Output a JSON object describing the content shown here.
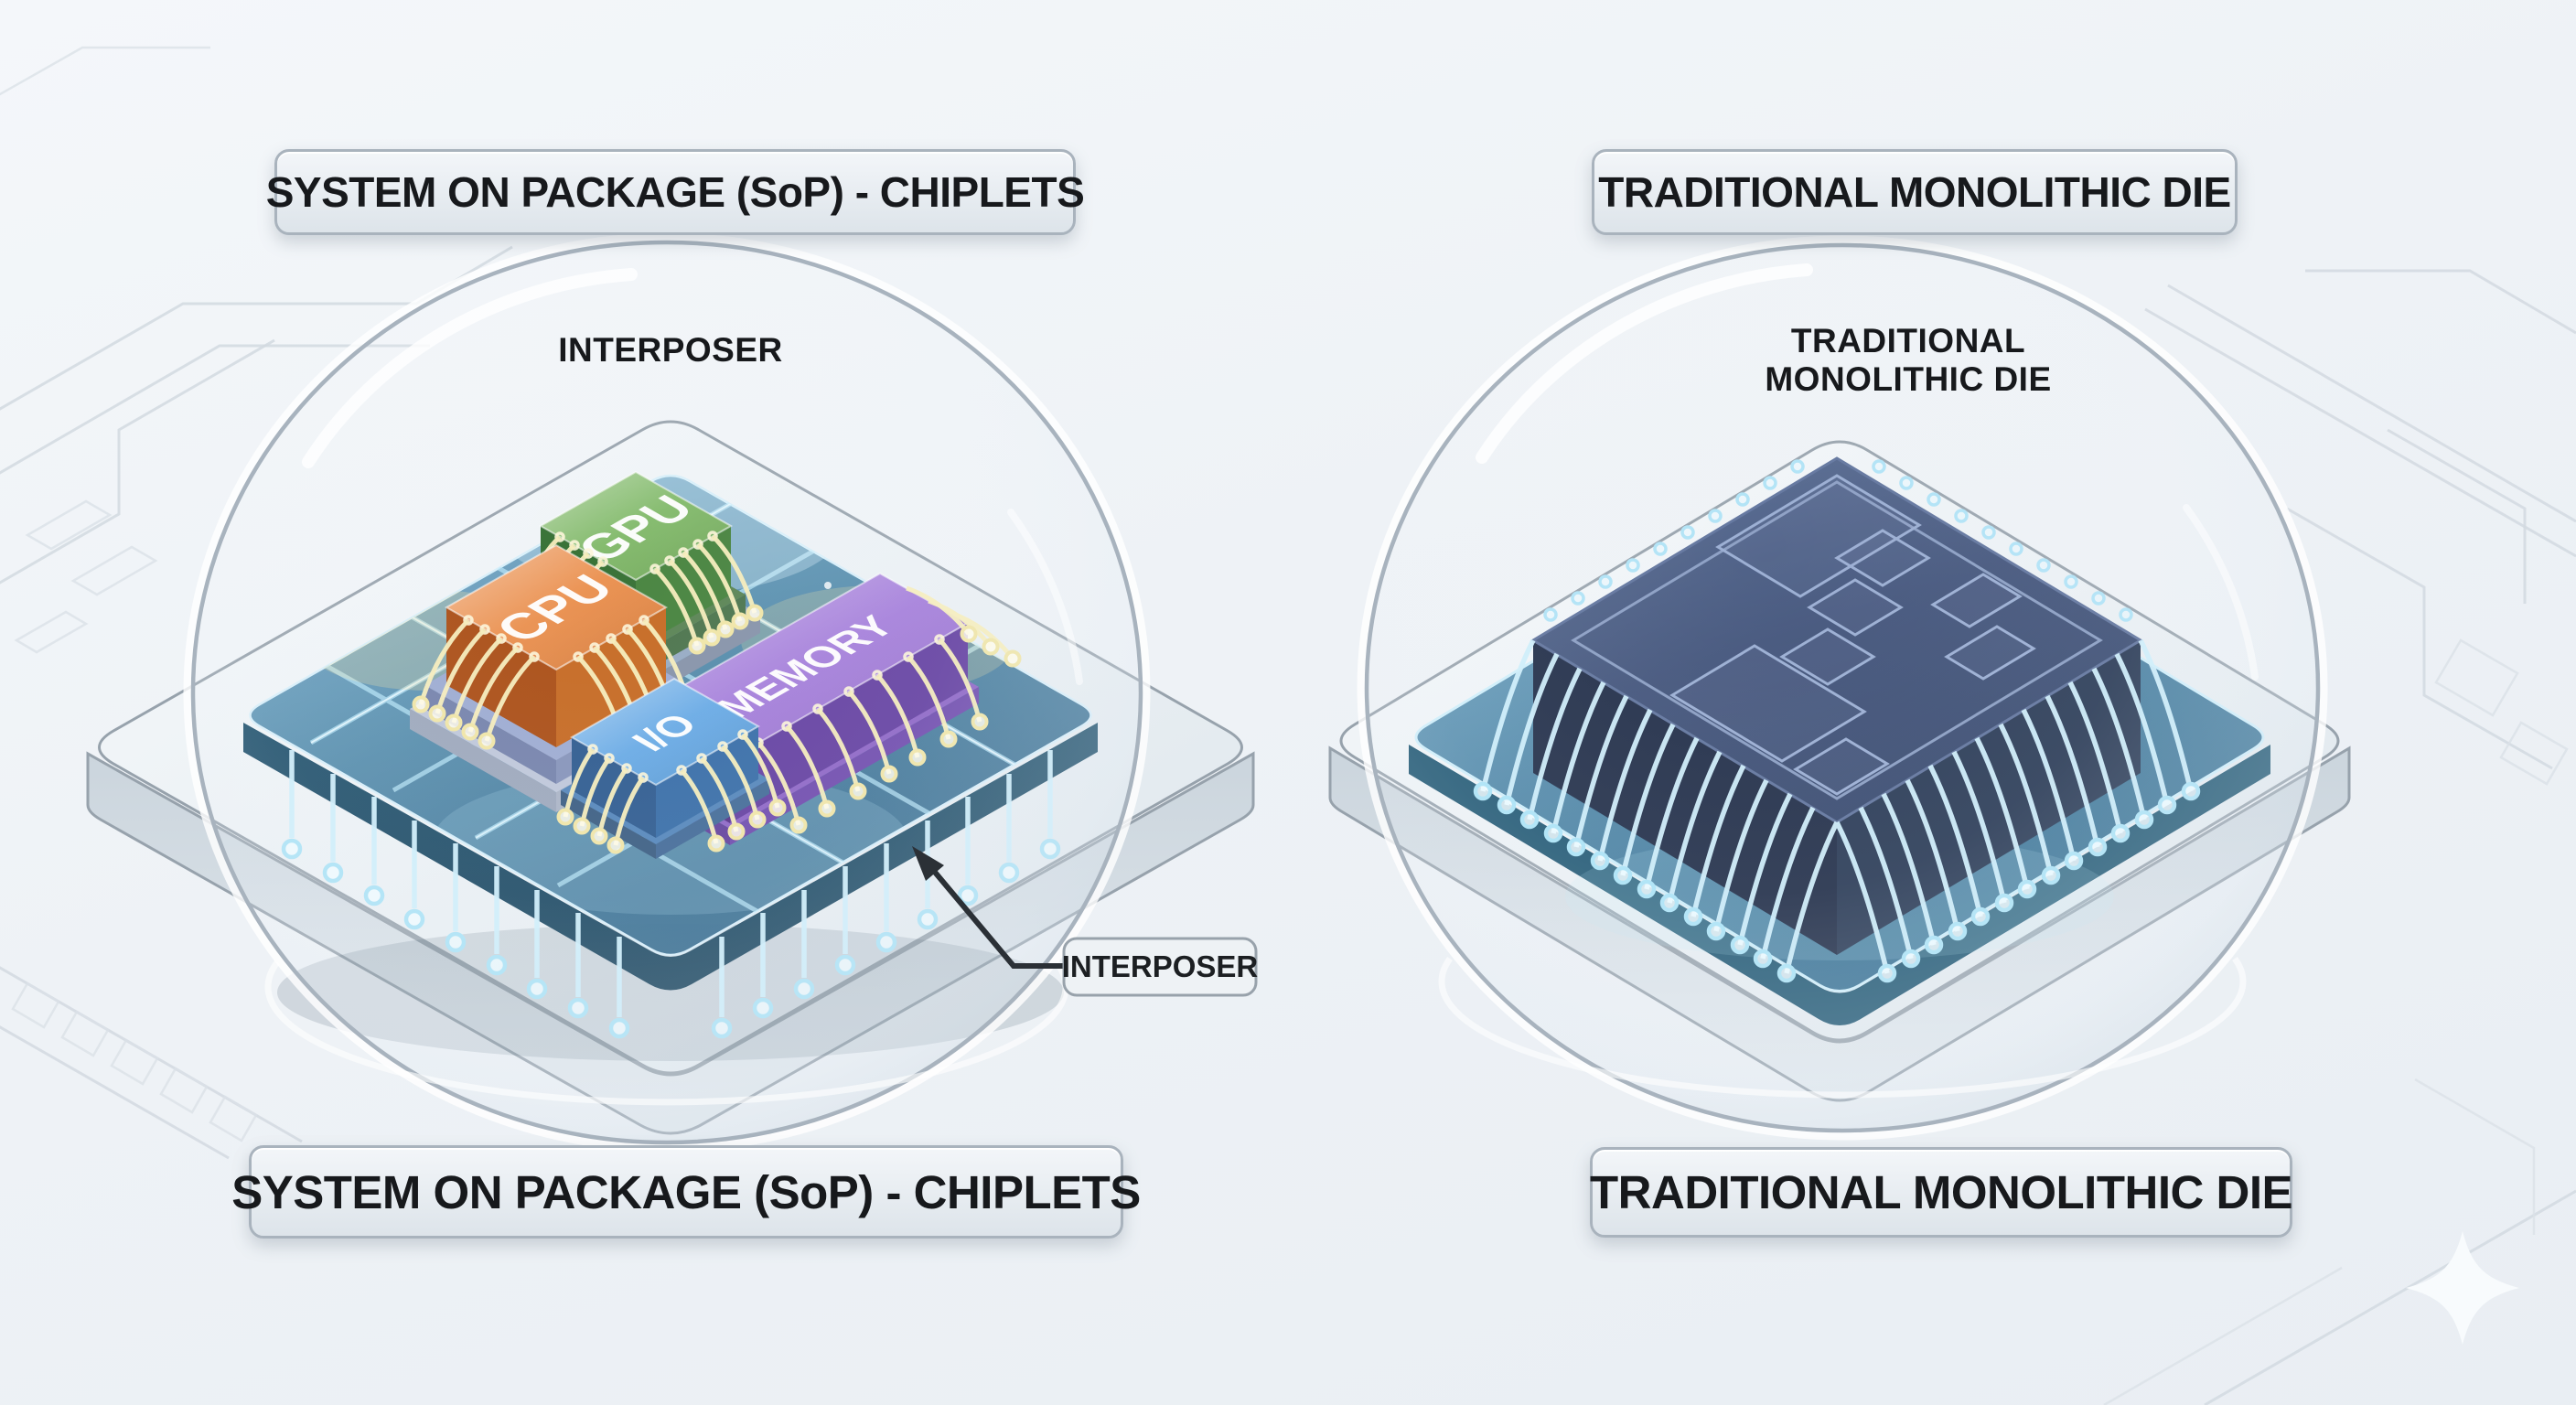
{
  "left_panel": {
    "title": "SYSTEM ON PACKAGE (SoP) - CHIPLETS",
    "dome_label": "INTERPOSER",
    "callout": {
      "label": "INTERPOSER"
    },
    "caption": "SYSTEM ON PACKAGE (SoP) - CHIPLETS",
    "chiplets": [
      {
        "name": "CPU",
        "color": "#e8833a"
      },
      {
        "name": "GPU",
        "color": "#74b25a"
      },
      {
        "name": "MEMORY",
        "color": "#9a6fd6"
      },
      {
        "name": "I/O",
        "color": "#57a0e2"
      }
    ]
  },
  "right_panel": {
    "title": "TRADITIONAL MONOLITHIC DIE",
    "dome_label_line1": "TRADITIONAL",
    "dome_label_line2": "MONOLITHIC DIE",
    "caption": "TRADITIONAL MONOLITHIC DIE"
  },
  "colors": {
    "interposer_top": "#4e87a8",
    "substrate": "#eef2f6",
    "die_top": "#3e5078",
    "trace_glow": "#aee4f8",
    "wire_glow": "#f3e9b4",
    "label_box_bg": "#e9eef2",
    "label_box_border": "#a9b3bd",
    "text": "#17191c"
  }
}
